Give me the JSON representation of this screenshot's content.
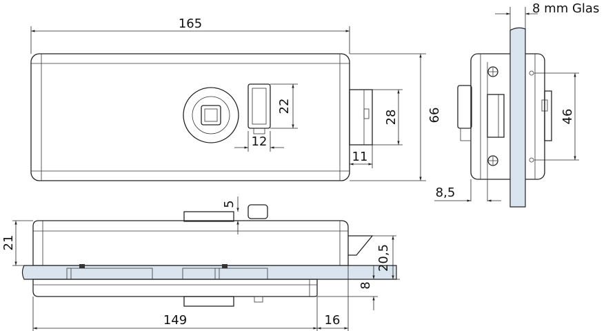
{
  "title_label": "8 mm Glas",
  "dimensions": {
    "total_length": "165",
    "height": "66",
    "latch_height": "28",
    "window_height": "22",
    "window_width": "12",
    "latch_depth": "11",
    "screw_spacing": "46",
    "edge_offset": "8,5",
    "pin_height": "5",
    "body_thickness": "21",
    "latch_offset": "20,5",
    "plate_thickness": "8",
    "base_length": "149",
    "overhang": "16"
  },
  "colors": {
    "glass": "#d9e4ee",
    "line": "#222222"
  }
}
